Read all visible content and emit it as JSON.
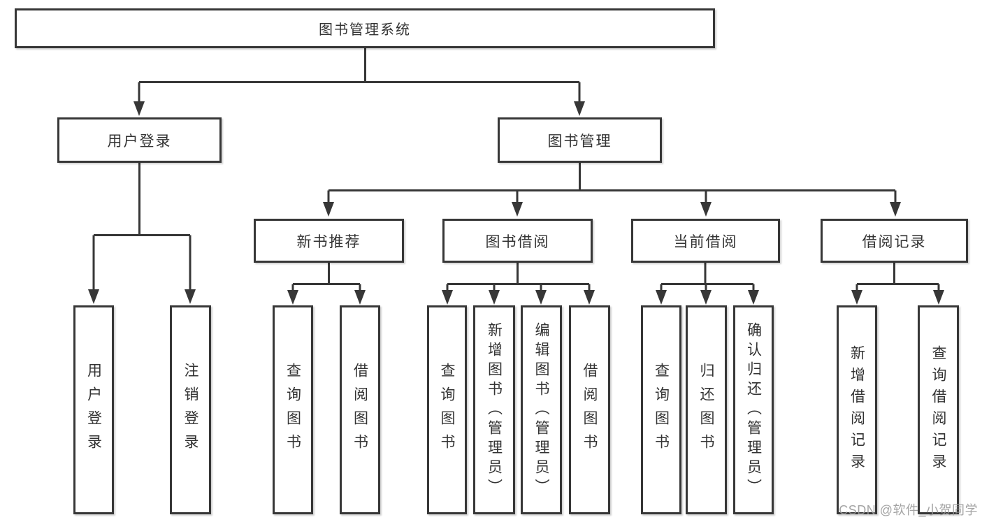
{
  "diagram": {
    "title": "图书管理系统",
    "branches": [
      {
        "label": "用户登录",
        "children": [
          {
            "label": "用户登录"
          },
          {
            "label": "注销登录"
          }
        ]
      },
      {
        "label": "图书管理",
        "children": [
          {
            "label": "新书推荐",
            "children": [
              {
                "label": "查询图书"
              },
              {
                "label": "借阅图书"
              }
            ]
          },
          {
            "label": "图书借阅",
            "children": [
              {
                "label": "查询图书"
              },
              {
                "label": "新增图书（管理员）"
              },
              {
                "label": "编辑图书（管理员）"
              },
              {
                "label": "借阅图书"
              }
            ]
          },
          {
            "label": "当前借阅",
            "children": [
              {
                "label": "查询图书"
              },
              {
                "label": "归还图书"
              },
              {
                "label": "确认归还（管理员）"
              }
            ]
          },
          {
            "label": "借阅记录",
            "children": [
              {
                "label": "新增借阅记录"
              },
              {
                "label": "查询借阅记录"
              }
            ]
          }
        ]
      }
    ]
  },
  "watermark": {
    "text": "CSDN @软件_小贺同学"
  },
  "colors": {
    "line": "#373737",
    "text": "#333333",
    "watermark": "#9b9b9b",
    "background": "#ffffff"
  }
}
